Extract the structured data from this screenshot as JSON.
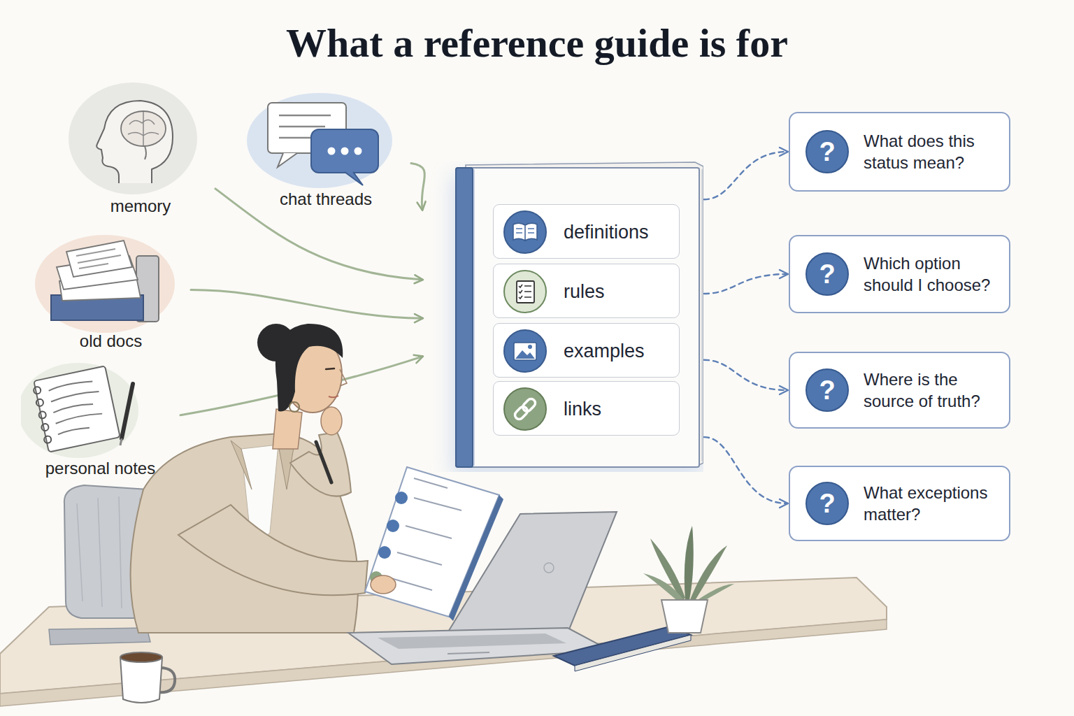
{
  "diagram": {
    "title": "What a reference guide is for",
    "nodes": [
      {
        "text": [
          "memory"
        ]
      },
      {
        "text": [
          "chat threads"
        ]
      },
      {
        "text": [
          "old docs"
        ]
      },
      {
        "text": [
          "personal notes"
        ]
      },
      {
        "text": []
      },
      {
        "text": [
          "definitions"
        ],
        "in": 4
      },
      {
        "text": [
          "rules"
        ],
        "in": 4
      },
      {
        "text": [
          "examples"
        ],
        "in": 4
      },
      {
        "text": [
          "links"
        ],
        "in": 4
      },
      {
        "text": [
          "?",
          "What does this status mean?"
        ]
      },
      {
        "text": [
          "?",
          "Which option should I choose?"
        ]
      },
      {
        "text": [
          "?",
          "Where is the source of truth?"
        ]
      },
      {
        "text": [
          "?",
          "What exceptions matter?"
        ]
      }
    ],
    "edges": [
      {
        "from": 0,
        "to": 4,
        "arrow": "to"
      },
      {
        "from": 1,
        "to": 4,
        "arrow": "to"
      },
      {
        "from": 2,
        "to": 4,
        "arrow": "to"
      },
      {
        "from": 3,
        "to": 4,
        "arrow": "to"
      },
      {
        "from": 4,
        "to": 9,
        "arrow": "to"
      },
      {
        "from": 4,
        "to": 10,
        "arrow": "to"
      },
      {
        "from": 4,
        "to": 11,
        "arrow": "to"
      },
      {
        "from": 4,
        "to": 12,
        "arrow": "to"
      }
    ]
  }
}
